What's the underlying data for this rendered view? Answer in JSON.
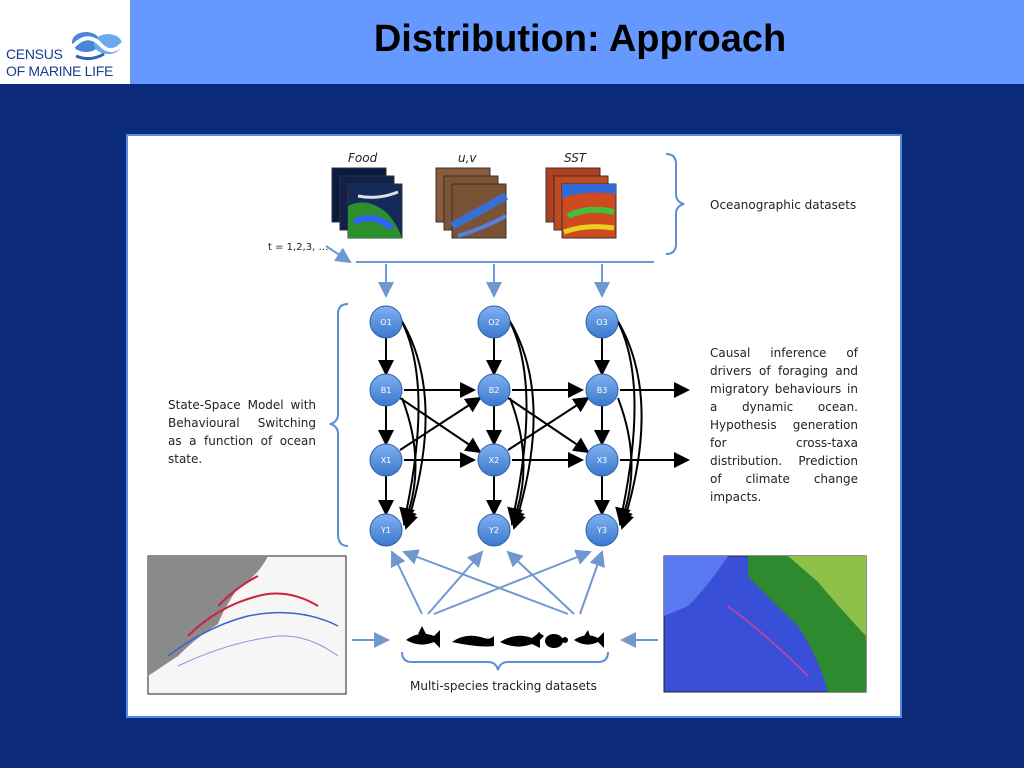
{
  "header": {
    "title": "Distribution: Approach",
    "logo_line1": "CENSUS",
    "logo_line2": "OF MARINE LIFE",
    "bg_color": "#6699ff"
  },
  "diagram": {
    "datasets": [
      {
        "label": "Food"
      },
      {
        "label": "u,v"
      },
      {
        "label": "SST"
      }
    ],
    "time_label": "t = 1,2,3, …",
    "oceanographic_label": "Oceanographic datasets",
    "ssm_label_lines": [
      "State-Space Model with",
      "Behavioural Switching",
      "as a function of ocean",
      "state."
    ],
    "inference_lines": [
      "Causal inference of",
      "drivers of foraging and",
      "migratory behaviours in",
      "a dynamic ocean.",
      "Hypothesis generation",
      "for cross-taxa",
      "distribution. Prediction",
      "of climate change",
      "impacts."
    ],
    "tracking_label": "Multi-species tracking datasets",
    "nodes": [
      {
        "label": "O1"
      },
      {
        "label": "O2"
      },
      {
        "label": "O3"
      },
      {
        "label": "B1"
      },
      {
        "label": "B2"
      },
      {
        "label": "B3"
      },
      {
        "label": "X1"
      },
      {
        "label": "X2"
      },
      {
        "label": "X3"
      },
      {
        "label": "Y1"
      },
      {
        "label": "Y2"
      },
      {
        "label": "Y3"
      }
    ],
    "node_color": "#4a8fe0",
    "bracket_color": "#5b8fd0"
  }
}
